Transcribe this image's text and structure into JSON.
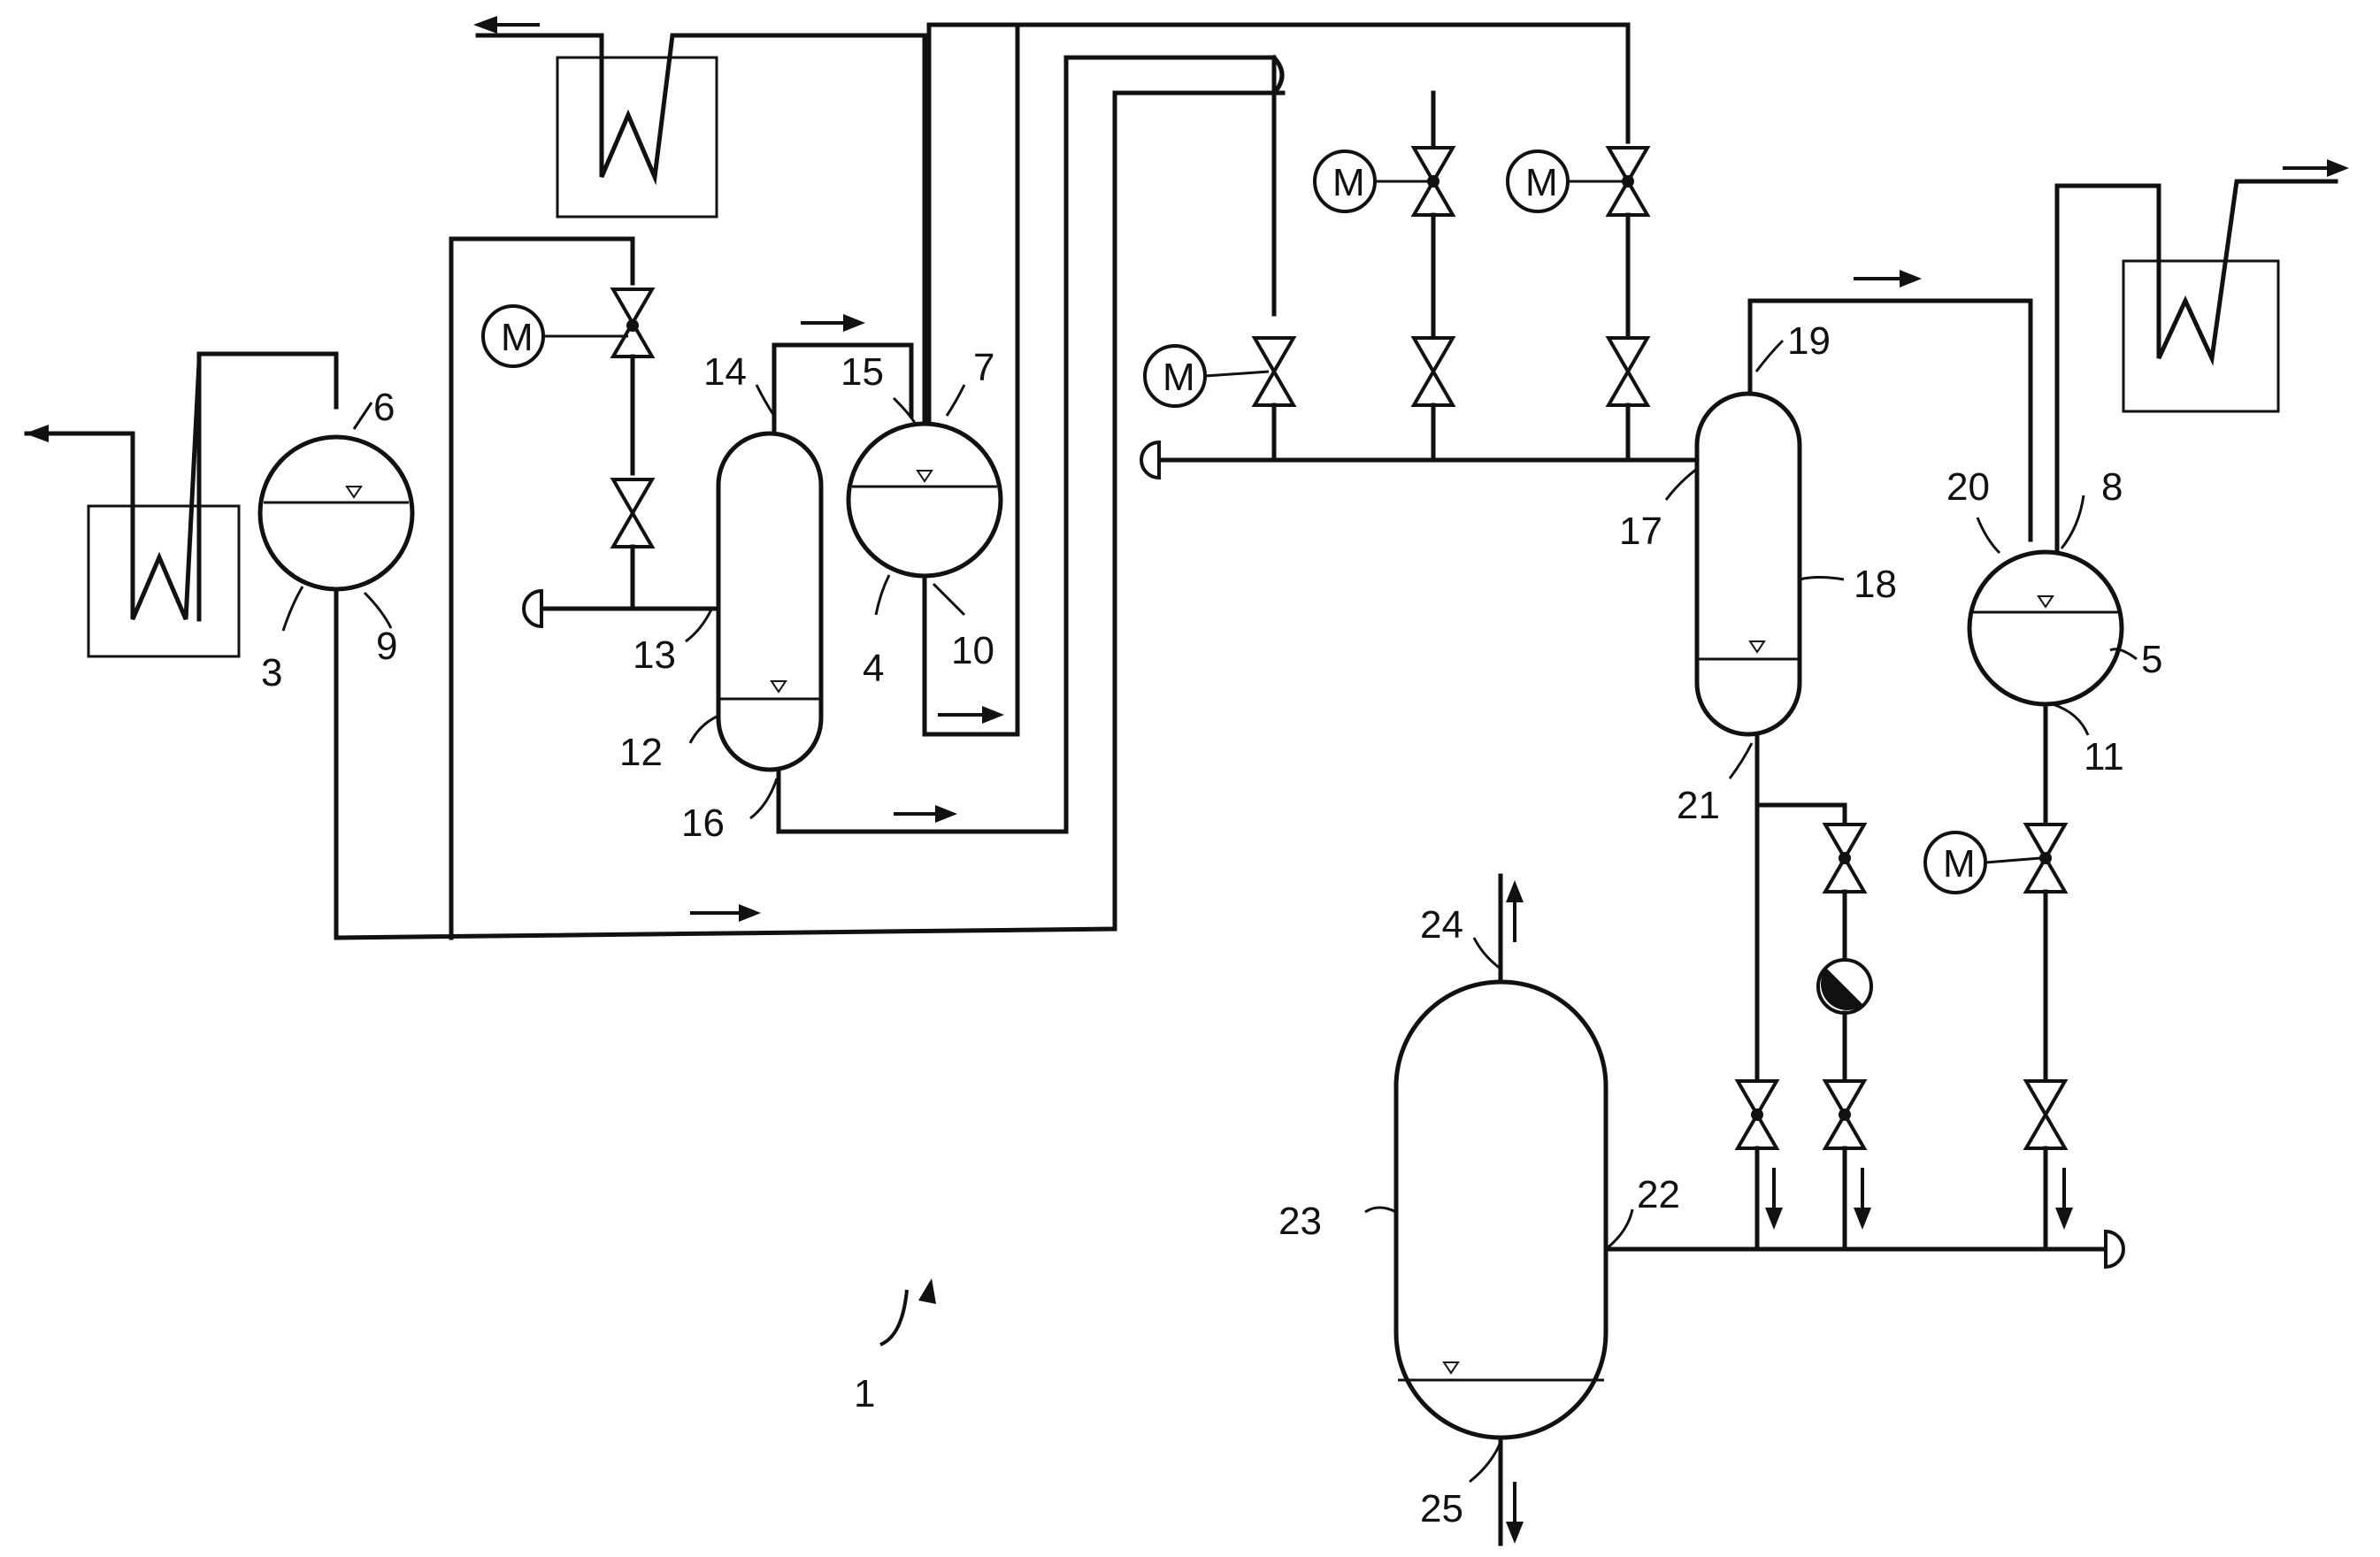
{
  "diagram": {
    "motor_label": "M",
    "labels": {
      "l1": "1",
      "l3": "3",
      "l4": "4",
      "l5": "5",
      "l6": "6",
      "l7": "7",
      "l8": "8",
      "l9": "9",
      "l10": "10",
      "l11": "11",
      "l12": "12",
      "l13": "13",
      "l14": "14",
      "l15": "15",
      "l16": "16",
      "l17": "17",
      "l18": "18",
      "l19": "19",
      "l20": "20",
      "l21": "21",
      "l22": "22",
      "l23": "23",
      "l24": "24",
      "l25": "25"
    }
  }
}
